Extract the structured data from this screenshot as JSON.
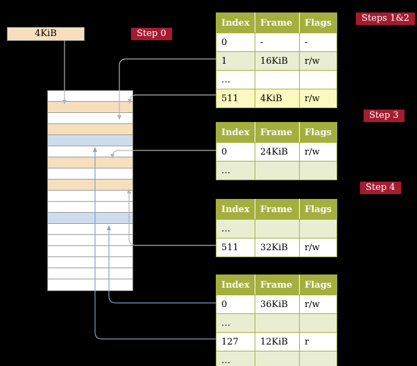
{
  "colors": {
    "badge": "#a51c30",
    "table_header": "#a4af3d",
    "table_border": "#a4af3d",
    "row_green": "#e9eed2",
    "row_yellow": "#fafabe",
    "cell_wheat": "#f7dfbe",
    "cell_blue": "#cdddee",
    "arrow_gray": "#b3b3b3",
    "arrow_blue": "#7f9fd0"
  },
  "frame_box": {
    "label": "4KiB"
  },
  "badges": {
    "step0": "Step 0",
    "steps12": "Steps 1&2",
    "step3": "Step 3",
    "step4": "Step 4"
  },
  "tables": [
    {
      "headers": [
        "Index",
        "Frame",
        "Flags"
      ],
      "rows": [
        [
          "0",
          "-",
          "-"
        ],
        [
          "1",
          "16KiB",
          "r/w"
        ],
        [
          "…",
          "",
          ""
        ],
        [
          "511",
          "4KiB",
          "r/w"
        ]
      ]
    },
    {
      "headers": [
        "Index",
        "Frame",
        "Flags"
      ],
      "rows": [
        [
          "0",
          "24KiB",
          "r/w"
        ],
        [
          "…",
          "",
          ""
        ]
      ]
    },
    {
      "headers": [
        "Index",
        "Frame",
        "Flags"
      ],
      "rows": [
        [
          "…",
          "",
          ""
        ],
        [
          "511",
          "32KiB",
          "r/w"
        ]
      ]
    },
    {
      "headers": [
        "Index",
        "Frame",
        "Flags"
      ],
      "rows": [
        [
          "0",
          "36KiB",
          "r/w"
        ],
        [
          "…",
          "",
          ""
        ],
        [
          "127",
          "12KiB",
          "r"
        ],
        [
          "…",
          "",
          ""
        ]
      ]
    }
  ],
  "memory": {
    "cell_colors": [
      "white",
      "wheat",
      "white",
      "wheat",
      "blue",
      "white",
      "wheat",
      "white",
      "wheat",
      "white",
      "white",
      "blue",
      "white",
      "white",
      "white",
      "white",
      "white",
      "white"
    ]
  }
}
